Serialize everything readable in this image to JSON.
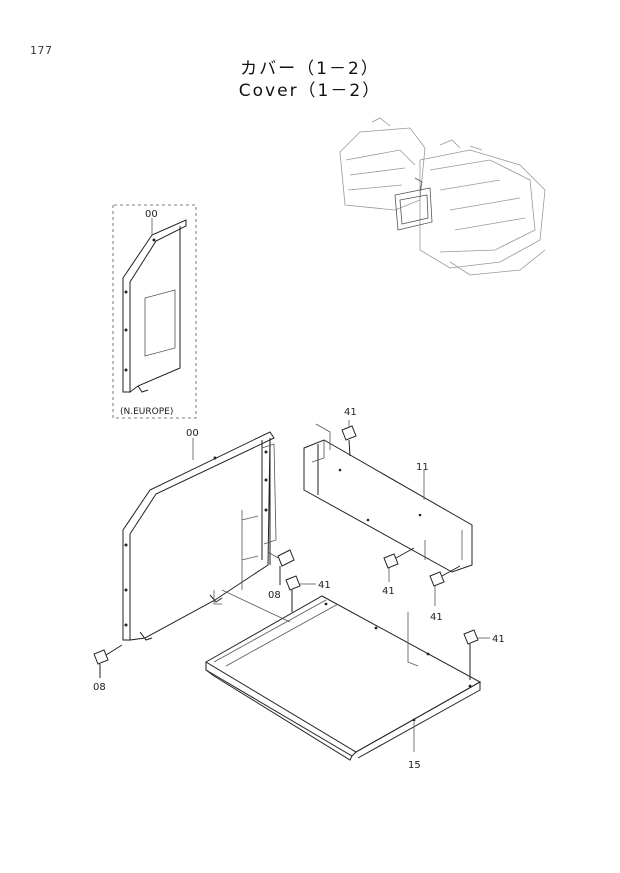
{
  "page": {
    "number": "177"
  },
  "title": {
    "japanese": "カバー（1－2）",
    "english": "Cover（1－2）"
  },
  "inset": {
    "callout": "00",
    "note": "(N.EUROPE)"
  },
  "callouts": {
    "cover_left": "00",
    "cover_right": "11",
    "bolt_top": "41",
    "bolt_mid_a": "41",
    "bolt_mid_b": "41",
    "bolt_center": "41",
    "bolt_right": "41",
    "bolt_inner": "08",
    "bolt_left": "08",
    "cover_bottom": "15"
  }
}
